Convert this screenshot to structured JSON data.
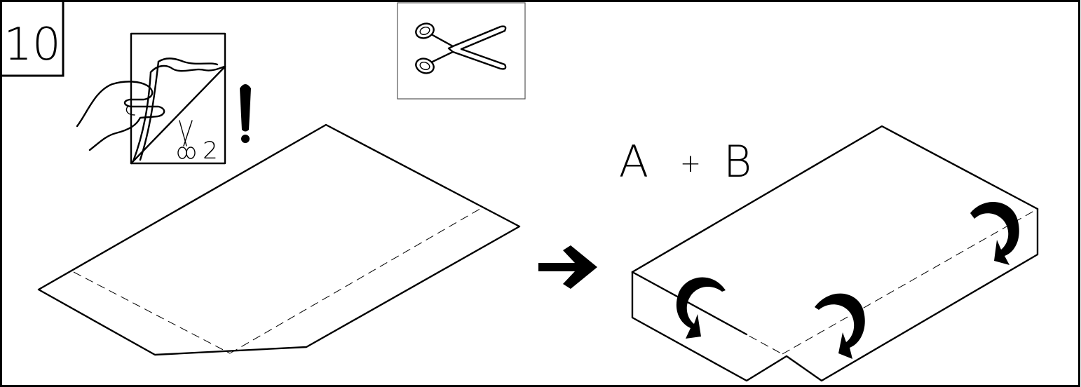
{
  "step": {
    "number": "10"
  },
  "tool": {
    "icon": "scissors-icon",
    "label_count": "2"
  },
  "warning": {
    "symbol": "!"
  },
  "combine": {
    "part_a": "A",
    "plus": "+",
    "part_b": "B"
  },
  "colors": {
    "ink": "#000000",
    "paper": "#ffffff",
    "tool_box_border": "#555555"
  }
}
